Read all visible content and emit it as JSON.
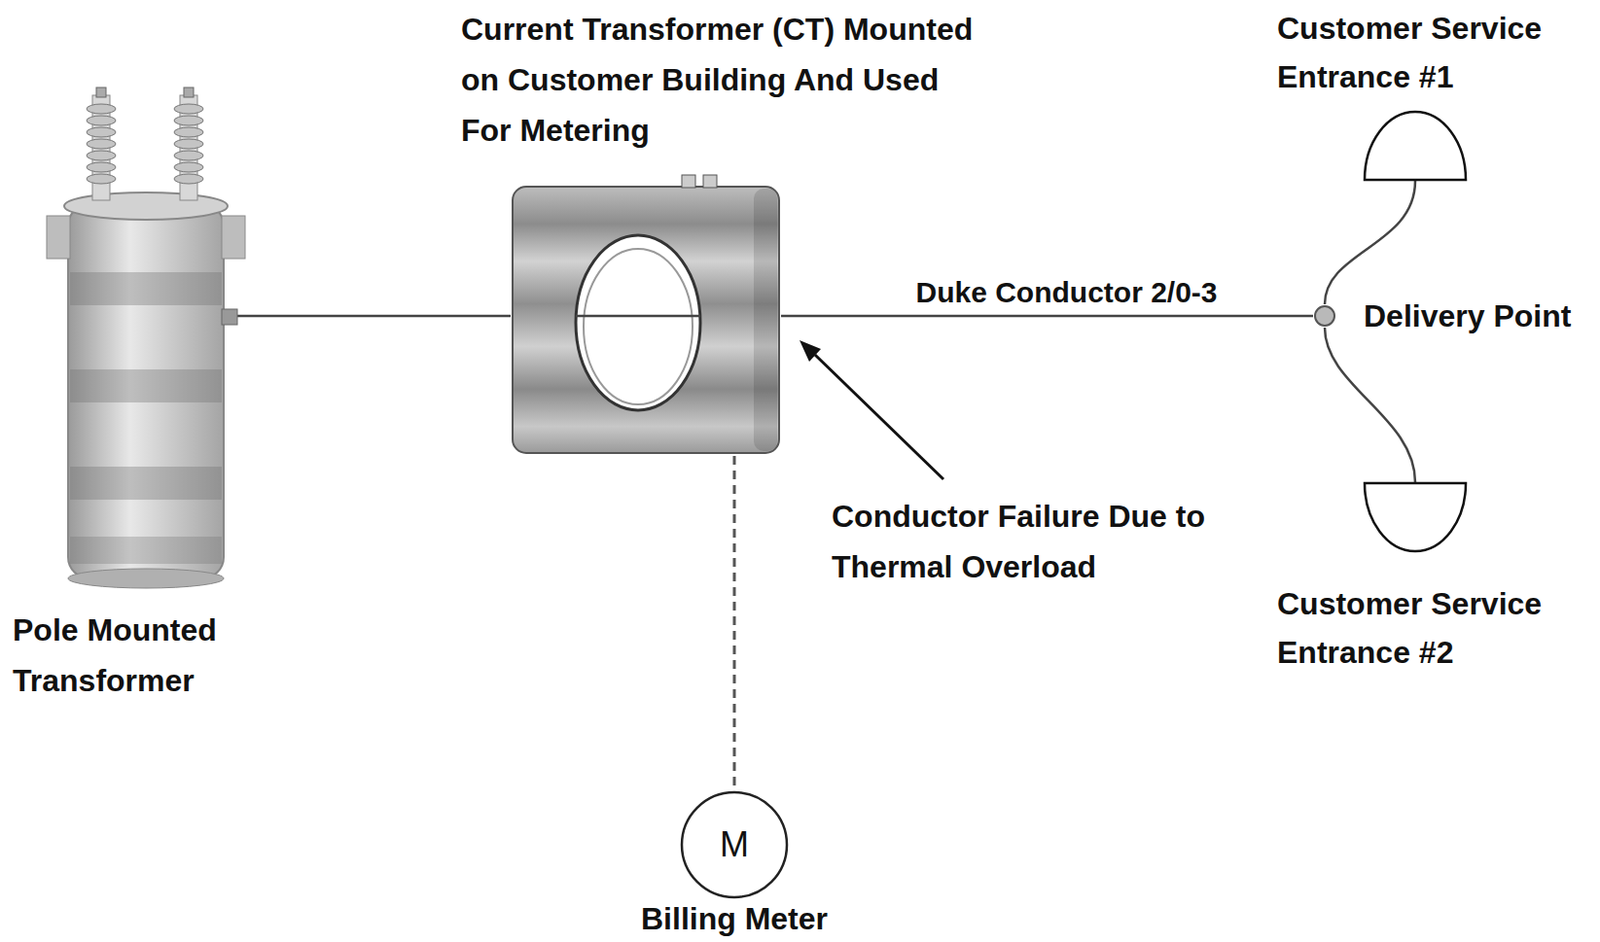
{
  "diagram": {
    "nodes": [
      {
        "text": [
          "Pole Mounted Transformer"
        ]
      },
      {
        "text": [
          "Current Transformer (CT) Mounted on Customer Building And Used For Metering"
        ]
      },
      {
        "text": [
          "Delivery Point"
        ]
      },
      {
        "text": [
          "Customer Service Entrance #1"
        ]
      },
      {
        "text": [
          "Customer Service Entrance #2"
        ]
      },
      {
        "text": [
          "M",
          "Billing Meter"
        ]
      }
    ],
    "edges": [
      {
        "from": 0,
        "to": 1,
        "arrow": "none"
      },
      {
        "from": 1,
        "to": 2,
        "label": "Duke Conductor 2/0-3",
        "arrow": "none"
      },
      {
        "from": 2,
        "to": 3,
        "arrow": "none"
      },
      {
        "from": 2,
        "to": 4,
        "arrow": "none"
      },
      {
        "from": 1,
        "to": 5,
        "arrow": "none"
      }
    ],
    "labels": [
      "Conductor Failure Due to Thermal Overload"
    ]
  }
}
